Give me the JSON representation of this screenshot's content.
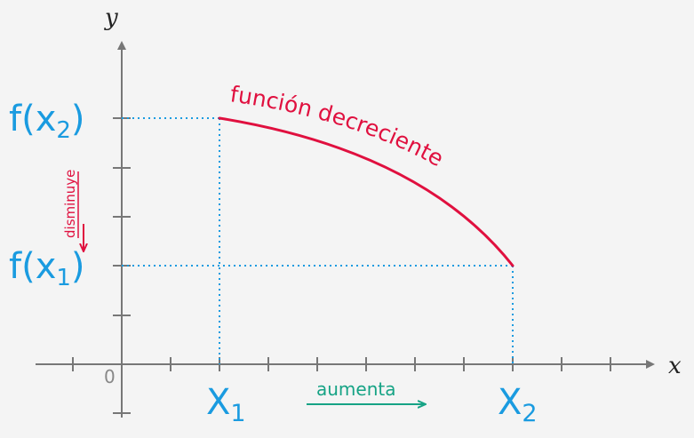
{
  "axes": {
    "x_letter": "x",
    "y_letter": "y",
    "origin_label": "0"
  },
  "points": {
    "x1": {
      "main": "X",
      "sub": "1"
    },
    "x2": {
      "main": "X",
      "sub": "2"
    },
    "fx1": {
      "main": "f(x",
      "sub": "1",
      "close": ")"
    },
    "fx2": {
      "main": "f(x",
      "sub": "2",
      "close": ")"
    }
  },
  "labels": {
    "curve": "función decreciente",
    "increases": "aumenta",
    "decreases": "disminuye"
  },
  "colors": {
    "axis": "#777777",
    "guide": "#1a9be0",
    "curve": "#e0103f",
    "increase": "#16a385",
    "decrease": "#e0103f"
  }
}
